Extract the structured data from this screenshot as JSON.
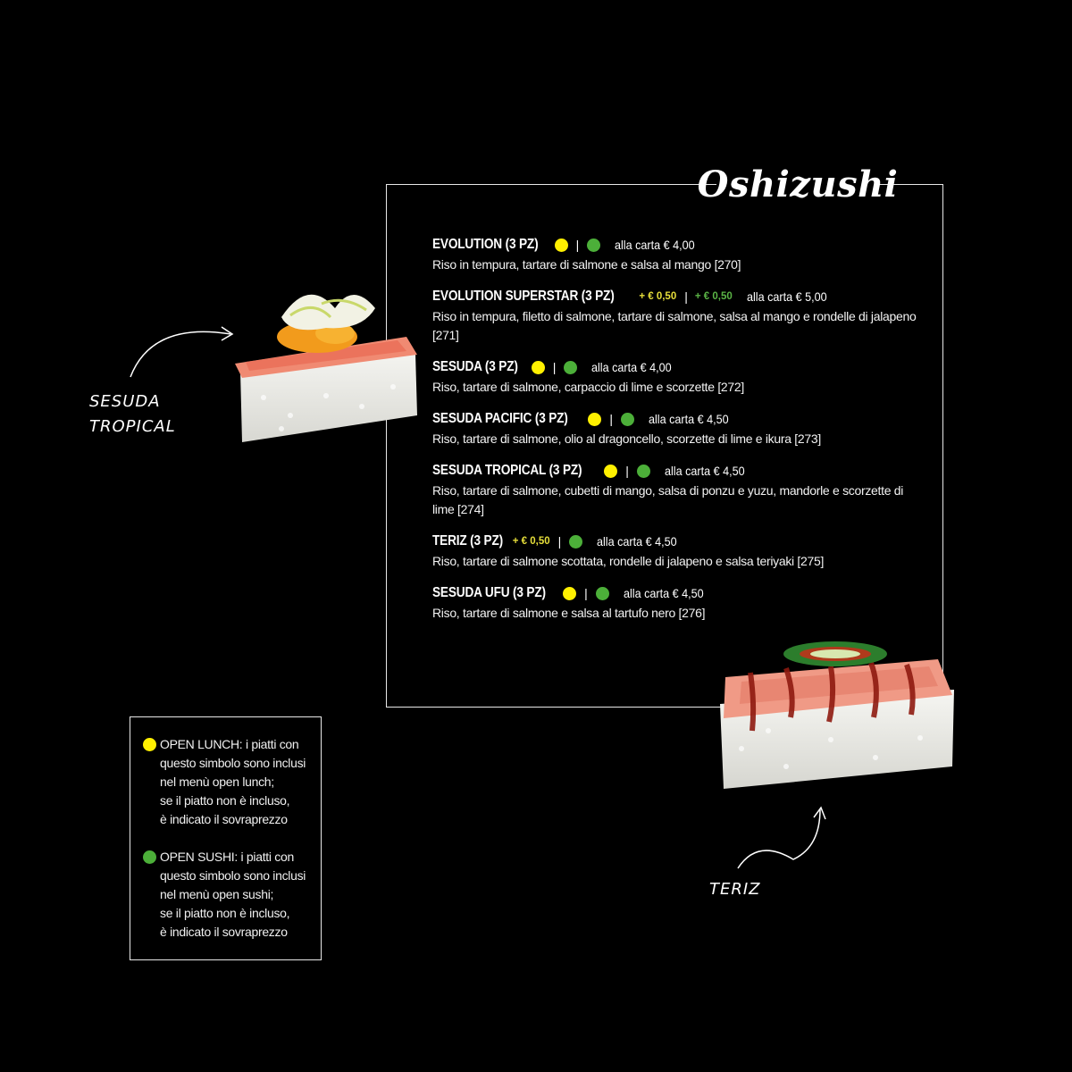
{
  "title": "Oshizushi",
  "colors": {
    "open_lunch": "#fff000",
    "open_sushi": "#4caf39",
    "surcharge_lunch": "#e7df3a",
    "surcharge_sushi": "#5bb546"
  },
  "items": [
    {
      "name": "EVOLUTION (3 PZ)",
      "lunch": "dot",
      "sushi": "dot",
      "price": "alla carta € 4,00",
      "desc": "Riso in tempura, tartare di salmone e salsa al mango [270]"
    },
    {
      "name": "EVOLUTION SUPERSTAR (3 PZ)",
      "lunch": "+ € 0,50",
      "sushi": "+ € 0,50",
      "price": "alla carta € 5,00",
      "desc": "Riso in tempura, filetto di salmone, tartare di salmone, salsa al mango e rondelle di jalapeno [271]"
    },
    {
      "name": "SESUDA (3 PZ)",
      "lunch": "dot",
      "sushi": "dot",
      "price": "alla carta € 4,00",
      "desc": "Riso, tartare di salmone, carpaccio di lime e scorzette [272]"
    },
    {
      "name": "SESUDA PACIFIC (3 PZ)",
      "lunch": "dot",
      "sushi": "dot",
      "price": "alla carta € 4,50",
      "desc": "Riso, tartare di salmone, olio al dragoncello, scorzette di lime e ikura [273]"
    },
    {
      "name": "SESUDA TROPICAL (3 PZ)",
      "lunch": "dot",
      "sushi": "dot",
      "price": "alla carta € 4,50",
      "desc": "Riso, tartare di salmone, cubetti di mango, salsa di ponzu e yuzu, mandorle e scorzette di lime [274]"
    },
    {
      "name": "TERIZ (3 PZ)",
      "lunch": "+ € 0,50",
      "sushi": "dot",
      "price": "alla carta € 4,50",
      "desc": "Riso, tartare di salmone scottata, rondelle di jalapeno e salsa teriyaki [275]"
    },
    {
      "name": "SESUDA UFU (3 PZ)",
      "lunch": "dot",
      "sushi": "dot",
      "price": "alla carta € 4,50",
      "desc": "Riso, tartare di salmone e salsa al tartufo nero [276]"
    }
  ],
  "separator": "|",
  "legend": {
    "lunch_lines": [
      "OPEN LUNCH: i piatti con",
      "questo simbolo sono inclusi",
      "nel menù open lunch;",
      "se il piatto non è incluso,",
      "è indicato il sovraprezzo"
    ],
    "sushi_lines": [
      "OPEN SUSHI: i piatti con",
      "questo simbolo sono inclusi",
      "nel menù open sushi;",
      "se il piatto non è incluso,",
      "è indicato il sovraprezzo"
    ]
  },
  "captions": {
    "left": [
      "SESUDA",
      "TROPICAL"
    ],
    "right": [
      "TERIZ"
    ]
  },
  "icons": {
    "arrow": "curved-arrow-icon",
    "photo_left": "sushi-photo-sesuda-tropical",
    "photo_right": "sushi-photo-teriz"
  }
}
